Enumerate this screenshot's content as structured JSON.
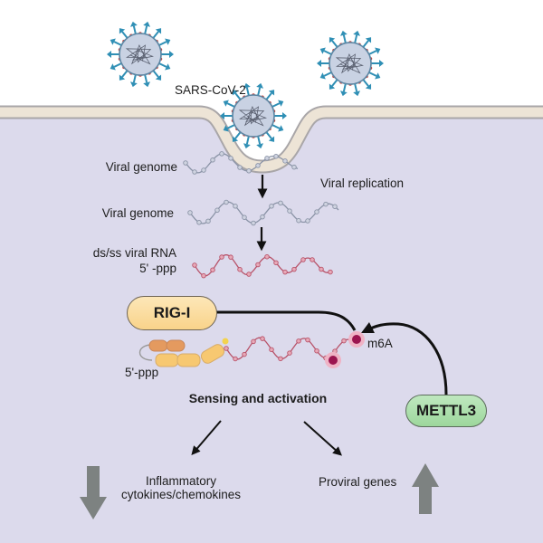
{
  "figure": {
    "virus_label": "SARS-CoV-2",
    "genome_label_1": "Viral genome",
    "genome_label_2": "Viral genome",
    "replication_label": "Viral replication",
    "rna_label_line1": "ds/ss viral RNA",
    "rna_label_line2": "5' -ppp",
    "sensor": "RIG-I",
    "sensor_5ppp": "5'-ppp",
    "modification": "m6A",
    "writer": "METTL3",
    "process_label": "Sensing and activation",
    "outcome_left_line1": "Inflammatory",
    "outcome_left_line2": "cytokines/chemokines",
    "outcome_left_trend": "down",
    "outcome_right": "Proviral genes",
    "outcome_right_trend": "up"
  },
  "colors": {
    "cytoplasm": "#dcdaec",
    "membrane": "#ede4d6",
    "membrane_edge": "#a9a6a8",
    "spike": "#2f8fb5",
    "virus_body": "#c9d2e3",
    "genome_grey": "#8a93a6",
    "rna_red": "#b8536a",
    "rig_fill": "#fbdc9f",
    "mettl_fill": "#a9dca8",
    "m6a_dot": "#9b1550",
    "m6a_halo": "#efb3c5",
    "trend_arrow": "#7d8281"
  }
}
